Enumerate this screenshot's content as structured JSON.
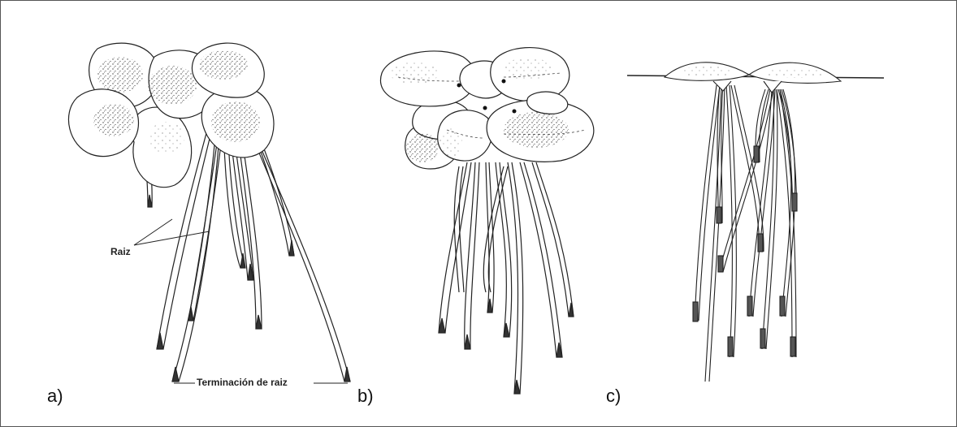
{
  "figure": {
    "panels": [
      {
        "id": "a",
        "label": "a)"
      },
      {
        "id": "b",
        "label": "b)"
      },
      {
        "id": "c",
        "label": "c)"
      }
    ],
    "annotations": {
      "root": "Raiz",
      "root_tip": "Terminación de raiz"
    },
    "colors": {
      "ink": "#222222",
      "frame": "#555555",
      "stipple": "#444444"
    }
  }
}
